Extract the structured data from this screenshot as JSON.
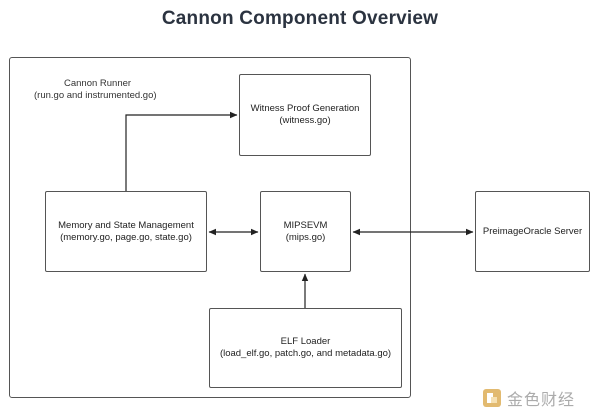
{
  "title": "Cannon Component Overview",
  "container": {
    "label_line1": "Cannon Runner",
    "label_line2": "(run.go and instrumented.go)"
  },
  "boxes": {
    "witness": {
      "line1": "Witness Proof Generation",
      "line2": "(witness.go)"
    },
    "memory": {
      "line1": "Memory and State Management",
      "line2": "(memory.go, page.go, state.go)"
    },
    "mips": {
      "line1": "MIPSEVM",
      "line2": "(mips.go)"
    },
    "elf": {
      "line1": "ELF Loader",
      "line2": "(load_elf.go, patch.go, and metadata.go)"
    },
    "oracle": {
      "line1": "PreimageOracle Server"
    }
  },
  "watermark": {
    "text": "金色财经"
  }
}
